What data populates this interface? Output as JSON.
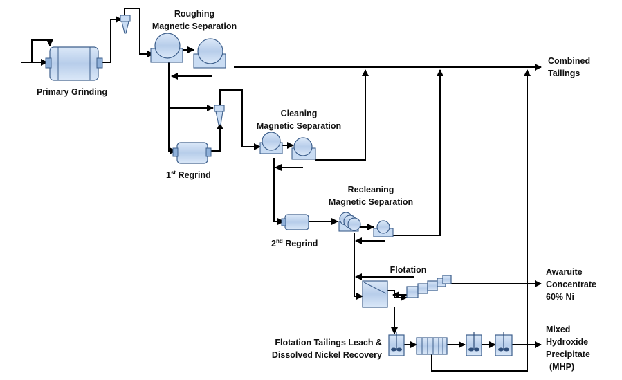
{
  "labels": {
    "roughing_1": "Roughing",
    "roughing_2": "Magnetic Separation",
    "primary_grinding": "Primary Grinding",
    "combined_tailings_1": "Combined",
    "combined_tailings_2": "Tailings",
    "cleaning_1": "Cleaning",
    "cleaning_2": "Magnetic Separation",
    "regrind1_num": "1",
    "regrind1_sup": "st",
    "regrind1_text": " Regrind",
    "recleaning_1": "Recleaning",
    "recleaning_2": "Magnetic Separation",
    "regrind2_num": "2",
    "regrind2_sup": "nd",
    "regrind2_text": " Regrind",
    "flotation": "Flotation",
    "awaruite_1": "Awaruite",
    "awaruite_2": "Concentrate",
    "awaruite_3": "60% Ni",
    "leach_1": "Flotation Tailings Leach &",
    "leach_2": "Dissolved Nickel Recovery",
    "mhp_1": "Mixed",
    "mhp_2": "Hydroxide",
    "mhp_3": "Precipitate",
    "mhp_4": "(MHP)"
  },
  "colors": {
    "equipment_fill": "#c9dcf3",
    "equipment_stroke": "#3d5f8c",
    "flow_line": "#000000"
  }
}
